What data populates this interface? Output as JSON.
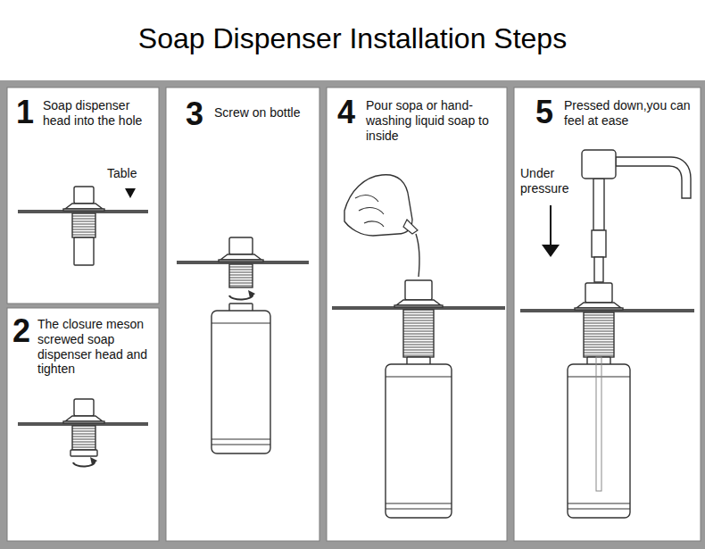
{
  "diagram": {
    "title": "Soap Dispenser Installation Steps",
    "nodes": [
      {
        "text": [
          "1",
          "Soap dispenser head into the hole"
        ]
      },
      {
        "text": [
          "2",
          "The closure meson screwed soap dispenser head and tighten"
        ]
      },
      {
        "text": [
          "3",
          "Screw on bottle"
        ]
      },
      {
        "text": [
          "4",
          "Pour sopa or hand-washing liquid soap to inside"
        ]
      },
      {
        "text": [
          "5",
          "Pressed down,you can feel at ease"
        ]
      }
    ],
    "labels": [
      "Table",
      "Under pressure"
    ]
  }
}
